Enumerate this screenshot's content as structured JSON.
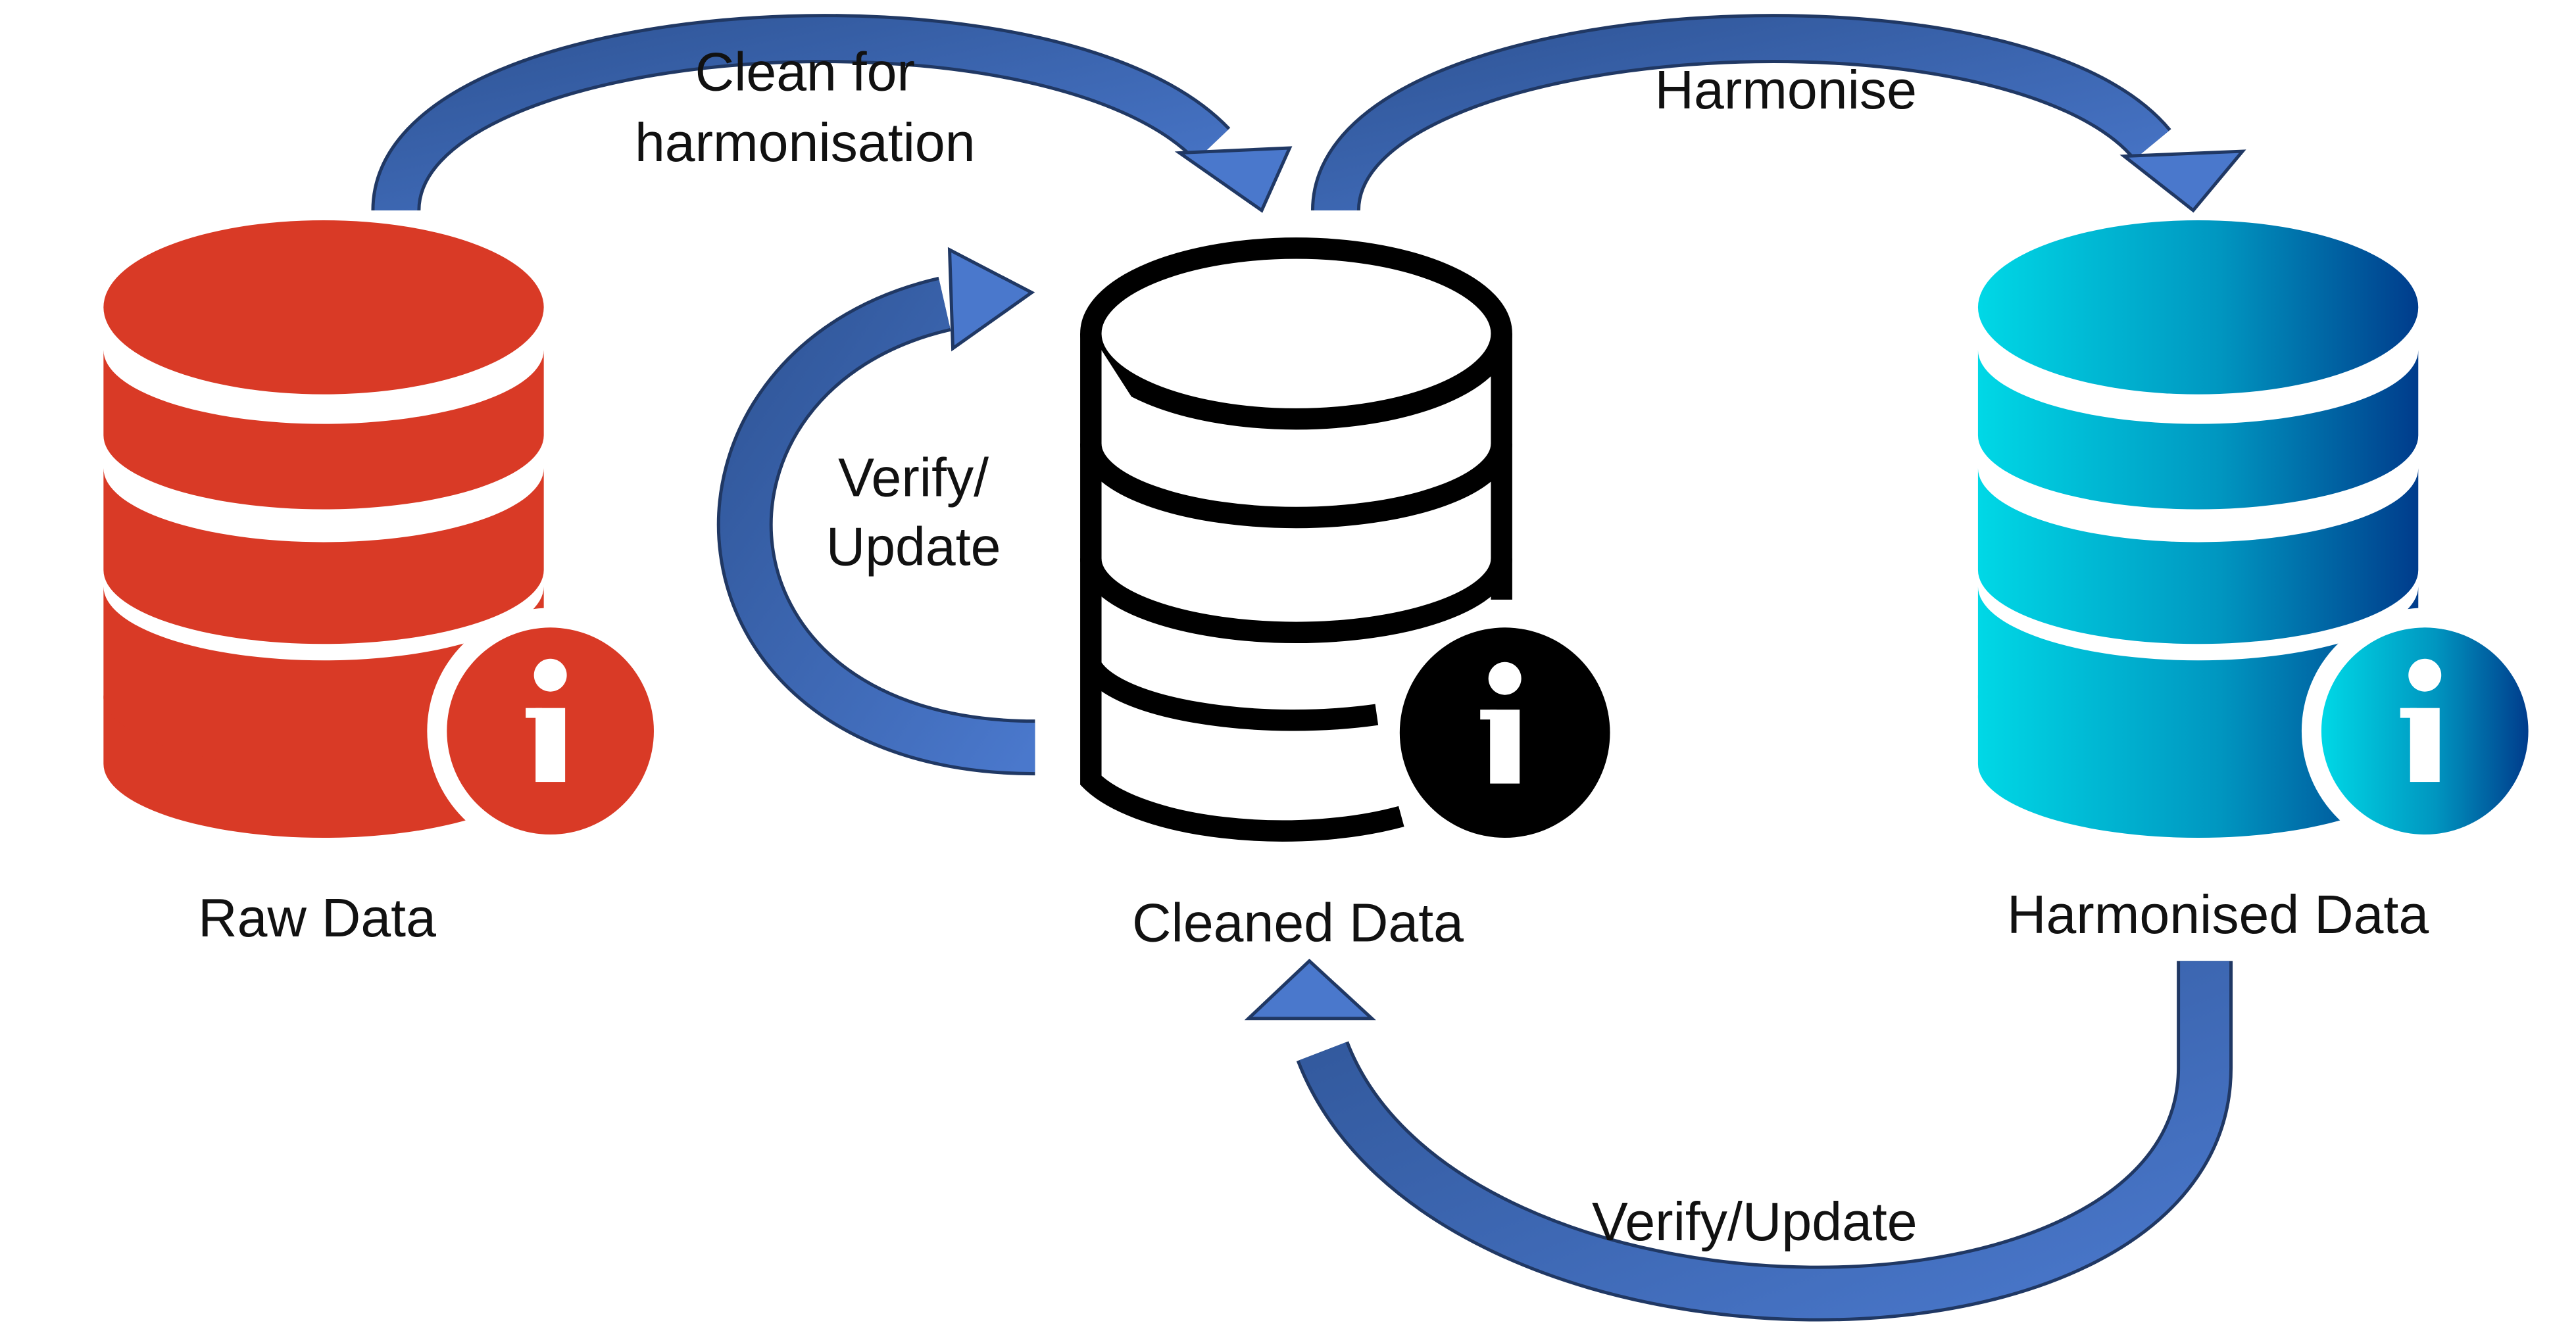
{
  "nodes": [
    {
      "id": "raw",
      "label": "Raw Data",
      "color": "#D93A26"
    },
    {
      "id": "cleaned",
      "label": "Cleaned Data",
      "color": "#000000"
    },
    {
      "id": "harmonised",
      "label": "Harmonised Data",
      "gradient": [
        "#00D8E6",
        "#003C8C"
      ]
    }
  ],
  "edges": [
    {
      "from": "raw",
      "to": "cleaned",
      "label_lines": [
        "Clean for",
        "harmonisation"
      ]
    },
    {
      "from": "cleaned",
      "to": "harmonised",
      "label_lines": [
        "Harmonise"
      ]
    },
    {
      "from": "cleaned",
      "to": "cleaned",
      "label_lines": [
        "Verify/",
        "Update"
      ]
    },
    {
      "from": "harmonised",
      "to": "cleaned",
      "label_lines": [
        "Verify/Update"
      ]
    }
  ],
  "icons": {
    "database": "database-info-icon",
    "info": "info-icon"
  },
  "arrow_colors": {
    "fill_light": "#4A78CC",
    "fill_dark": "#2F5597",
    "stroke": "#203864"
  }
}
